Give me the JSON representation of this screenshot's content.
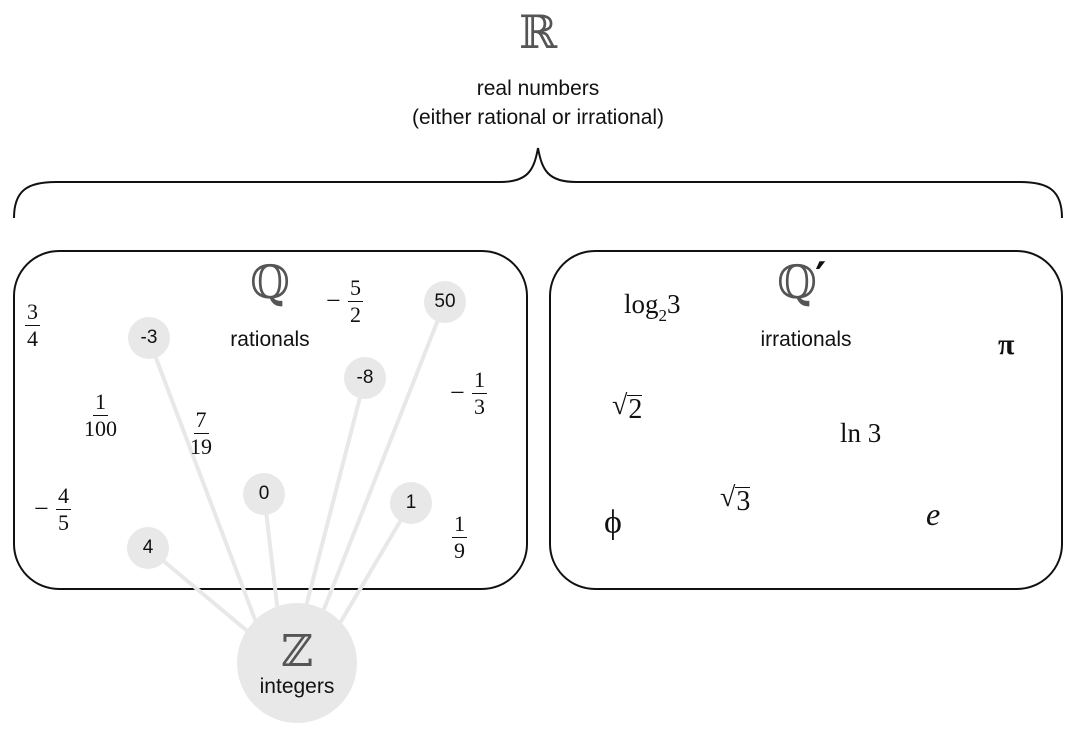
{
  "reals": {
    "symbol": "ℝ",
    "label_line1": "real numbers",
    "label_line2": "(either rational or irrational)"
  },
  "rationals": {
    "symbol": "ℚ",
    "label": "rationals",
    "fractions": [
      {
        "num": "3",
        "den": "4",
        "neg": ""
      },
      {
        "num": "1",
        "den": "100",
        "neg": ""
      },
      {
        "num": "7",
        "den": "19",
        "neg": ""
      },
      {
        "num": "4",
        "den": "5",
        "neg": "−"
      },
      {
        "num": "5",
        "den": "2",
        "neg": "−"
      },
      {
        "num": "1",
        "den": "3",
        "neg": "−"
      },
      {
        "num": "1",
        "den": "9",
        "neg": ""
      }
    ]
  },
  "integers": {
    "symbol": "ℤ",
    "label": "integers",
    "values": [
      "-3",
      "50",
      "-8",
      "0",
      "1",
      "4"
    ]
  },
  "irrationals": {
    "symbol": "ℚ",
    "prime": "′",
    "label": "irrationals",
    "log_base": "log",
    "log_sub": "2",
    "log_arg": "3",
    "pi": "π",
    "sqrt2_arg": "2",
    "sqrt3_arg": "3",
    "radical": "√",
    "ln3": "ln 3",
    "phi": "ϕ",
    "e": "e"
  }
}
